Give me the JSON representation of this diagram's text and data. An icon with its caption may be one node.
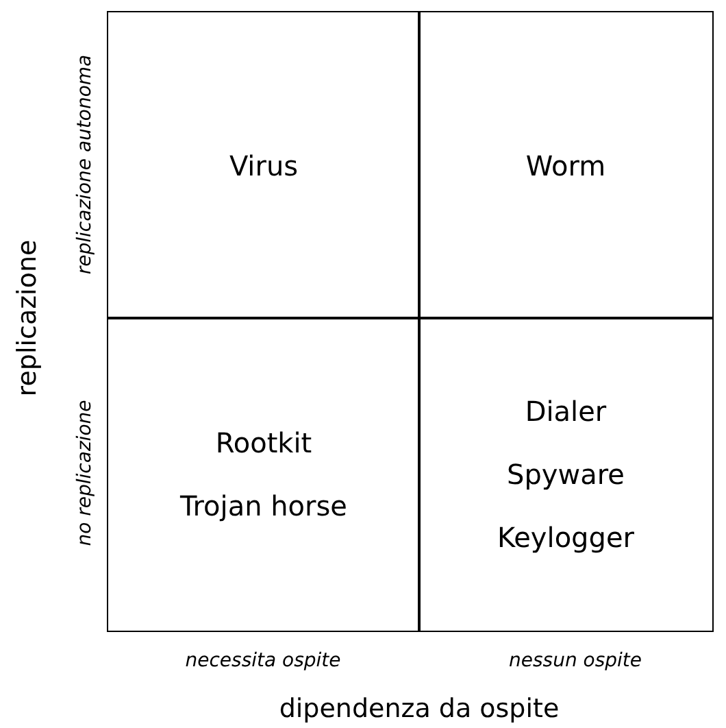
{
  "diagram": {
    "nodes": [
      {
        "text": [
          "Virus"
        ]
      },
      {
        "text": [
          "Worm"
        ]
      },
      {
        "text": [
          "Rootkit",
          "Trojan horse"
        ]
      },
      {
        "text": [
          "Dialer",
          "Spyware",
          "Keylogger"
        ]
      }
    ],
    "labels": [
      "replicazione autonoma",
      "replicazione",
      "no replicazione",
      "necessita ospite",
      "nessun ospite",
      "dipendenza da ospite"
    ]
  }
}
